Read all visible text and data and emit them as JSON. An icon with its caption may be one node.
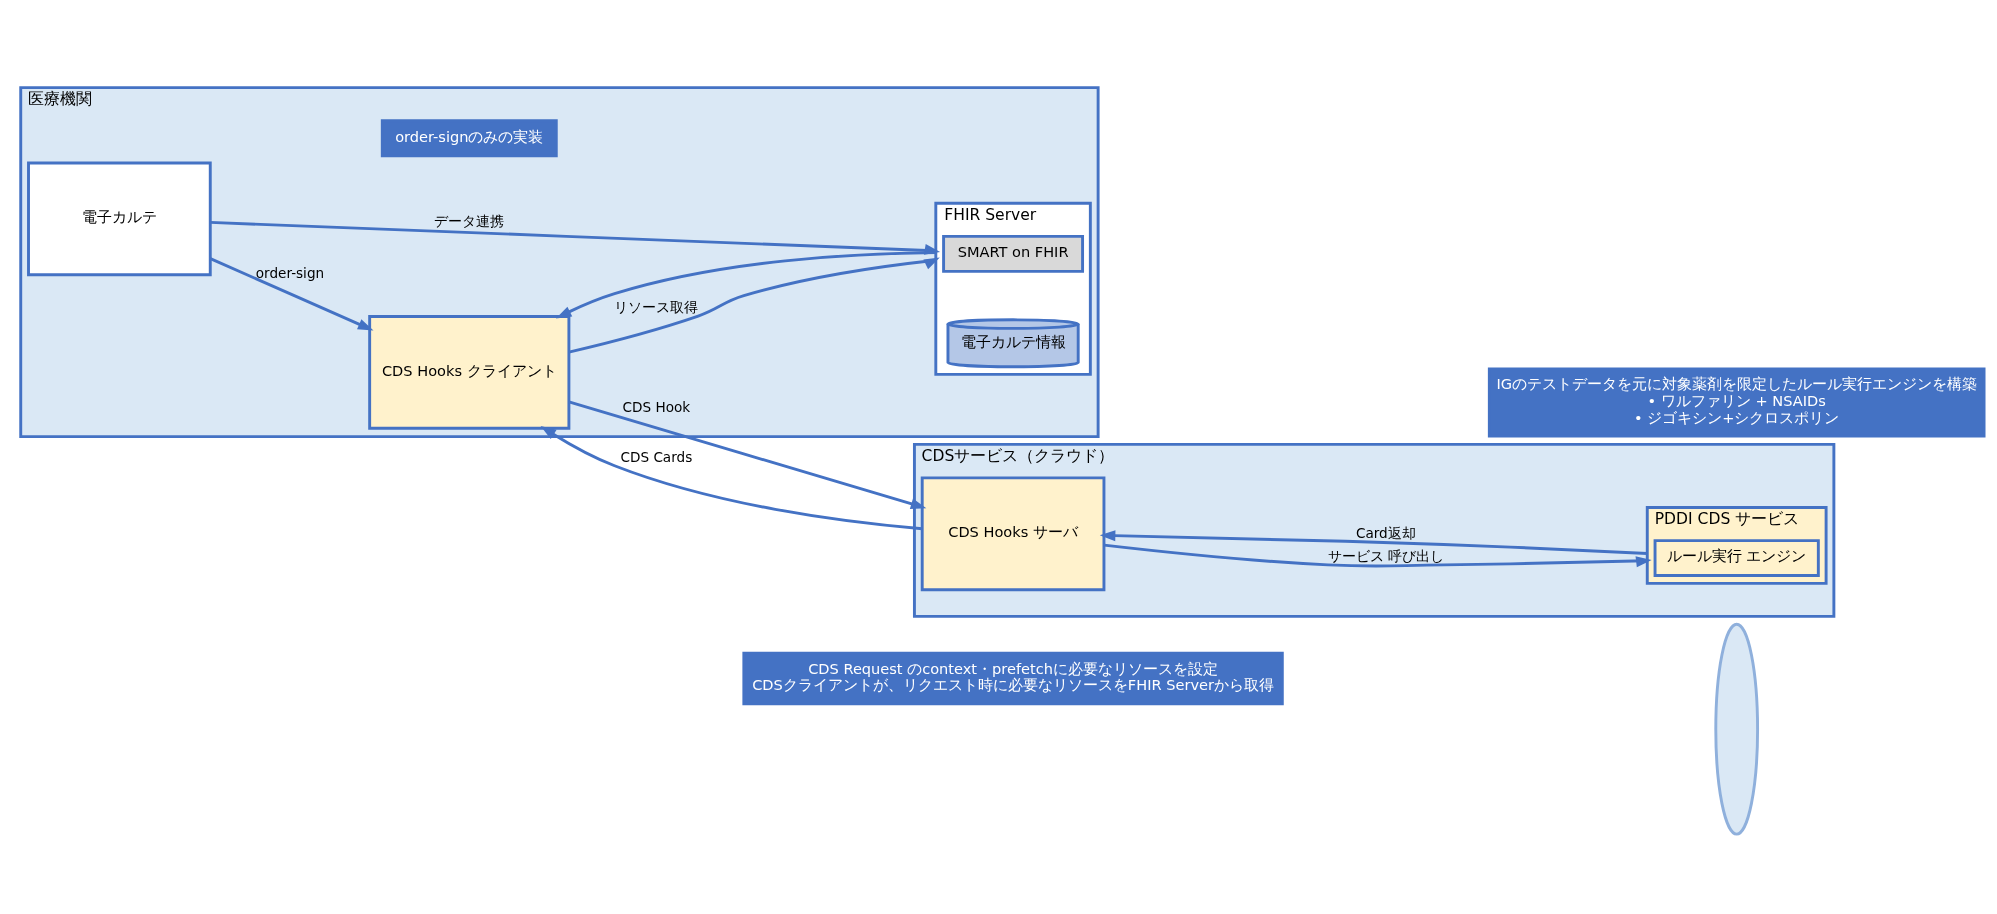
{
  "diagram": {
    "nodes": [
      {
        "text": [
          "医療機関"
        ]
      },
      {
        "text": [
          "電子カルテ"
        ],
        "in": 0
      },
      {
        "text": [
          "CDS Hooks クライアント"
        ],
        "in": 0
      },
      {
        "text": [
          "FHIR Server"
        ],
        "in": 0
      },
      {
        "text": [
          "SMART on FHIR"
        ],
        "in": 3
      },
      {
        "text": [
          "電子カルテ情報"
        ],
        "in": 3
      },
      {
        "text": [
          "order-signのみの実装"
        ],
        "in": 0
      },
      {
        "text": [
          "CDS Request のcontext・prefetchに必要なリソースを設定",
          "CDSクライアントが、リクエスト時に必要なリソースをFHIR Serverから取得"
        ]
      },
      {
        "text": [],
        "shape": "ellipse"
      },
      {
        "text": [
          "CDSサービス（クラウド）"
        ]
      },
      {
        "text": [
          "CDS Hooks サーバ"
        ],
        "in": 9
      },
      {
        "text": [
          "PDDI CDS サービス"
        ],
        "in": 9
      },
      {
        "text": [
          "ルール実行 エンジン"
        ],
        "in": 11
      },
      {
        "text": [
          "IGのテストデータを元に対象薬剤を限定したルール実行エンジンを構築",
          "• ワルファリン + NSAIDs",
          "• ジゴキシン+シクロスポリン"
        ]
      }
    ],
    "edges": [
      {
        "from": 1,
        "to": 2,
        "arrow": "to",
        "label": "order-sign"
      },
      {
        "from": 2,
        "to": 10,
        "arrow": "to",
        "label": "CDS Hook"
      },
      {
        "from": 10,
        "to": 2,
        "arrow": "to",
        "label": "CDS Cards"
      },
      {
        "from": 2,
        "to": 3,
        "arrow": "to",
        "label": "リソース取得"
      },
      {
        "from": 3,
        "to": 2,
        "arrow": "to"
      },
      {
        "from": 1,
        "to": 3,
        "arrow": "to",
        "label": "データ連携"
      },
      {
        "from": 10,
        "to": 11,
        "arrow": "to",
        "label": "サービス 呼び出し"
      },
      {
        "from": 11,
        "to": 10,
        "arrow": "to",
        "label": "Card返却"
      }
    ]
  }
}
